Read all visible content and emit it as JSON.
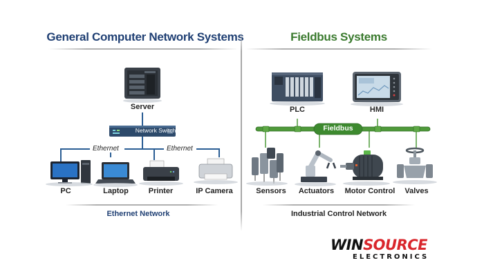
{
  "left_panel": {
    "title": "General Computer Network Systems",
    "server_label": "Server",
    "switch_label": "Network Switch",
    "link_labels": [
      "Ethernet",
      "Ethernet"
    ],
    "devices": [
      {
        "label": "PC",
        "icon": "desktop-pc-icon"
      },
      {
        "label": "Laptop",
        "icon": "laptop-icon"
      },
      {
        "label": "Printer",
        "icon": "printer-icon"
      },
      {
        "label": "IP Camera",
        "icon": "printer-icon"
      }
    ],
    "caption": "Ethernet Network",
    "accent_color": "#1f3f73",
    "line_color": "#2a5d94"
  },
  "right_panel": {
    "title": "Fieldbus Systems",
    "controllers": [
      {
        "label": "PLC",
        "icon": "plc-icon"
      },
      {
        "label": "HMI",
        "icon": "hmi-panel-icon"
      }
    ],
    "bus_label": "Fieldbus",
    "devices": [
      {
        "label": "Sensors",
        "icon": "sensors-icon"
      },
      {
        "label": "Actuators",
        "icon": "robot-arm-icon"
      },
      {
        "label": "Motor Control",
        "icon": "motor-icon"
      },
      {
        "label": "Valves",
        "icon": "valve-icon"
      }
    ],
    "caption": "Industrial Control Network",
    "accent_color": "#3a7a2e",
    "bus_color": "#4f9a3a"
  },
  "logo": {
    "part1": "WIN",
    "part2": "SOURCE",
    "sub": "ELECTRONICS",
    "color1": "#111111",
    "color2": "#d9262c"
  }
}
